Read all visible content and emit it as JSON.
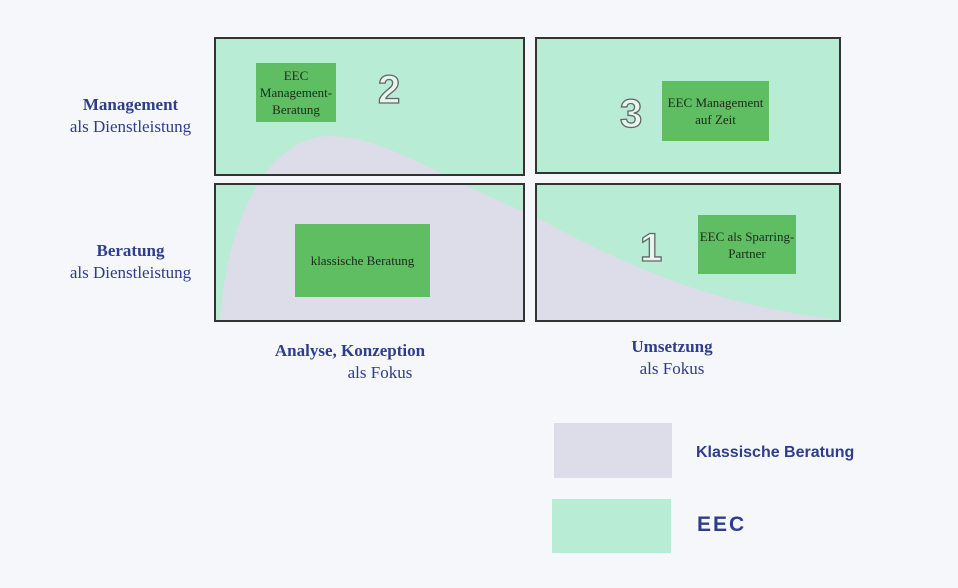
{
  "rows": [
    {
      "title": "Management",
      "subtitle": "als Dienstleistung"
    },
    {
      "title": "Beratung",
      "subtitle": "als Dienstleistung"
    }
  ],
  "columns": [
    {
      "title": "Analyse, Konzeption",
      "subtitle": "als Fokus"
    },
    {
      "title": "Umsetzung",
      "subtitle": "als Fokus"
    }
  ],
  "boxes": {
    "management_beratung": "EEC Management-Beratung",
    "management_auf_zeit": "EEC Management auf Zeit",
    "klassische_beratung": "klassische Beratung",
    "sparring_partner": "EEC als Sparring-Partner"
  },
  "numbers": {
    "one": "1",
    "two": "2",
    "three": "3"
  },
  "legend": [
    {
      "label": "Klassische Beratung",
      "color": "#dcdde9"
    },
    {
      "label": "EEC",
      "color": "#b8ecd4"
    }
  ],
  "colors": {
    "eec_area": "#b8ecd4",
    "classic_area": "#dcdde9",
    "box_green": "#5fbd62",
    "text_blue": "#2e3d8c"
  }
}
